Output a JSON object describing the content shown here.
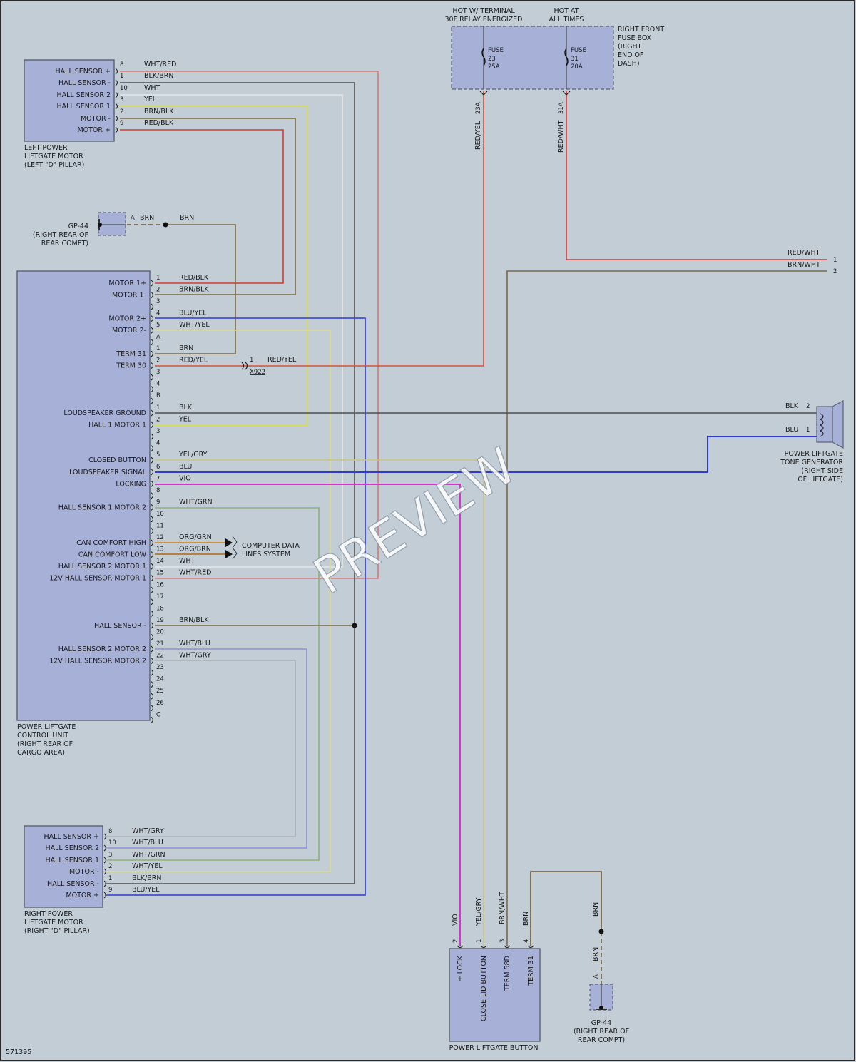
{
  "drawing_id": "571395",
  "watermark": "PREVIEW",
  "colors": {
    "background": "#c2cdd6",
    "component_fill": "#a7b1d7",
    "component_stroke": "#5b6171",
    "wire_red": "#d73a34",
    "wire_brn": "#7b6947",
    "wire_wht": "#e8e8e8",
    "wire_yel": "#dddd3a",
    "wire_blk": "#505050",
    "wire_blu": "#2e3ad0",
    "wire_vio": "#d932d0",
    "wire_grn": "#6e9e57",
    "wire_gry": "#9aa3aa",
    "wire_org": "#d28a2a"
  },
  "left_motor": {
    "title": [
      "LEFT POWER",
      "LIFTGATE MOTOR",
      "(LEFT \"D\" PILLAR)"
    ],
    "pins": [
      {
        "label": "HALL SENSOR +",
        "pin": "8",
        "wire": "WHT/RED"
      },
      {
        "label": "HALL SENSOR -",
        "pin": "1",
        "wire": "BLK/BRN"
      },
      {
        "label": "HALL SENSOR 2",
        "pin": "10",
        "wire": "WHT"
      },
      {
        "label": "HALL SENSOR 1",
        "pin": "3",
        "wire": "YEL"
      },
      {
        "label": "MOTOR -",
        "pin": "2",
        "wire": "BRN/BLK"
      },
      {
        "label": "MOTOR +",
        "pin": "9",
        "wire": "RED/BLK"
      }
    ]
  },
  "ground_top": {
    "name": "GP-44",
    "location": [
      "(RIGHT REAR OF",
      "REAR COMPT)"
    ],
    "pin": "A",
    "wire_a": "BRN",
    "wire_b": "BRN"
  },
  "fuse_box": {
    "hot_label_1": [
      "HOT W/ TERMINAL",
      "30F RELAY ENERGIZED"
    ],
    "hot_label_2": [
      "HOT AT",
      "ALL TIMES"
    ],
    "name": [
      "RIGHT FRONT",
      "FUSE BOX",
      "(RIGHT",
      "END OF",
      "DASH)"
    ],
    "fuse1": [
      "FUSE",
      "23",
      "25A"
    ],
    "fuse2": [
      "FUSE",
      "31",
      "20A"
    ],
    "terminal1": "23A",
    "terminal2": "31A",
    "wire1": "RED/YEL",
    "wire2": "RED/WHT"
  },
  "top_right_connector": {
    "wires": [
      {
        "wire": "RED/WHT",
        "pin": "1"
      },
      {
        "wire": "BRN/WHT",
        "pin": "2"
      }
    ]
  },
  "control_unit": {
    "title": [
      "POWER LIFTGATE",
      "CONTROL UNIT",
      "(RIGHT REAR OF",
      "CARGO AREA)"
    ],
    "connector_a": [
      {
        "pin": "1",
        "label": "MOTOR 1+",
        "wire": "RED/BLK"
      },
      {
        "pin": "2",
        "label": "MOTOR 1-",
        "wire": "BRN/BLK"
      },
      {
        "pin": "3",
        "label": "",
        "wire": ""
      },
      {
        "pin": "4",
        "label": "MOTOR 2+",
        "wire": "BLU/YEL"
      },
      {
        "pin": "5",
        "label": "MOTOR 2-",
        "wire": "WHT/YEL"
      },
      {
        "pin": "A",
        "label": "",
        "wire": ""
      }
    ],
    "connector_b": [
      {
        "pin": "1",
        "label": "TERM 31",
        "wire": "BRN"
      },
      {
        "pin": "2",
        "label": "TERM 30",
        "wire": "RED/YEL"
      },
      {
        "pin": "3",
        "label": "",
        "wire": ""
      },
      {
        "pin": "4",
        "label": "",
        "wire": ""
      },
      {
        "pin": "B",
        "label": "",
        "wire": ""
      }
    ],
    "connector_c": [
      {
        "pin": "1",
        "label": "LOUDSPEAKER GROUND",
        "wire": "BLK"
      },
      {
        "pin": "2",
        "label": "HALL 1 MOTOR 1",
        "wire": "YEL"
      },
      {
        "pin": "3",
        "label": "",
        "wire": ""
      },
      {
        "pin": "4",
        "label": "",
        "wire": ""
      },
      {
        "pin": "5",
        "label": "CLOSED BUTTON",
        "wire": "YEL/GRY"
      },
      {
        "pin": "6",
        "label": "LOUDSPEAKER SIGNAL",
        "wire": "BLU"
      },
      {
        "pin": "7",
        "label": "LOCKING",
        "wire": "VIO"
      },
      {
        "pin": "8",
        "label": "",
        "wire": ""
      },
      {
        "pin": "9",
        "label": "HALL SENSOR 1 MOTOR 2",
        "wire": "WHT/GRN"
      },
      {
        "pin": "10",
        "label": "",
        "wire": ""
      },
      {
        "pin": "11",
        "label": "",
        "wire": ""
      },
      {
        "pin": "12",
        "label": "CAN COMFORT HIGH",
        "wire": "ORG/GRN"
      },
      {
        "pin": "13",
        "label": "CAN COMFORT LOW",
        "wire": "ORG/BRN"
      },
      {
        "pin": "14",
        "label": "HALL SENSOR 2 MOTOR 1",
        "wire": "WHT"
      },
      {
        "pin": "15",
        "label": "12V HALL SENSOR MOTOR 1",
        "wire": "WHT/RED"
      },
      {
        "pin": "16",
        "label": "",
        "wire": ""
      },
      {
        "pin": "17",
        "label": "",
        "wire": ""
      },
      {
        "pin": "18",
        "label": "",
        "wire": ""
      },
      {
        "pin": "19",
        "label": "HALL SENSOR -",
        "wire": "BRN/BLK"
      },
      {
        "pin": "20",
        "label": "",
        "wire": ""
      },
      {
        "pin": "21",
        "label": "HALL SENSOR 2 MOTOR 2",
        "wire": "WHT/BLU"
      },
      {
        "pin": "22",
        "label": "12V HALL SENSOR MOTOR 2",
        "wire": "WHT/GRY"
      },
      {
        "pin": "23",
        "label": "",
        "wire": ""
      },
      {
        "pin": "24",
        "label": "",
        "wire": ""
      },
      {
        "pin": "25",
        "label": "",
        "wire": ""
      },
      {
        "pin": "26",
        "label": "",
        "wire": ""
      },
      {
        "pin": "C",
        "label": "",
        "wire": ""
      }
    ]
  },
  "inline_connector": {
    "pin": "1",
    "name": "X922",
    "wire": "RED/YEL"
  },
  "data_lines": [
    "COMPUTER DATA",
    "LINES SYSTEM"
  ],
  "tone_generator": {
    "title": [
      "POWER LIFTGATE",
      "TONE GENERATOR",
      "(RIGHT SIDE",
      "OF LIFTGATE)"
    ],
    "pins": [
      {
        "wire": "BLK",
        "pin": "2"
      },
      {
        "wire": "BLU",
        "pin": "1"
      }
    ]
  },
  "right_motor": {
    "title": [
      "RIGHT POWER",
      "LIFTGATE MOTOR",
      "(RIGHT \"D\" PILLAR)"
    ],
    "pins": [
      {
        "label": "HALL SENSOR +",
        "pin": "8",
        "wire": "WHT/GRY"
      },
      {
        "label": "HALL SENSOR 2",
        "pin": "10",
        "wire": "WHT/BLU"
      },
      {
        "label": "HALL SENSOR 1",
        "pin": "3",
        "wire": "WHT/GRN"
      },
      {
        "label": "MOTOR -",
        "pin": "2",
        "wire": "WHT/YEL"
      },
      {
        "label": "HALL SENSOR -",
        "pin": "1",
        "wire": "BLK/BRN"
      },
      {
        "label": "MOTOR +",
        "pin": "9",
        "wire": "BLU/YEL"
      }
    ]
  },
  "liftgate_button": {
    "title": "POWER LIFTGATE BUTTON",
    "pins": [
      {
        "pin": "2",
        "label": "+ LOCK",
        "wire": "VIO"
      },
      {
        "pin": "1",
        "label": "CLOSE LID BUTTON",
        "wire": "YEL/GRY"
      },
      {
        "pin": "3",
        "label": "TERM 58D",
        "wire": "BRN/WHT"
      },
      {
        "pin": "4",
        "label": "TERM 31",
        "wire": "BRN"
      }
    ]
  },
  "ground_bottom": {
    "name": "GP-44",
    "location": [
      "(RIGHT REAR OF",
      "REAR COMPT)"
    ],
    "pin": "A",
    "wire_a": "BRN",
    "wire_b": "BRN"
  }
}
